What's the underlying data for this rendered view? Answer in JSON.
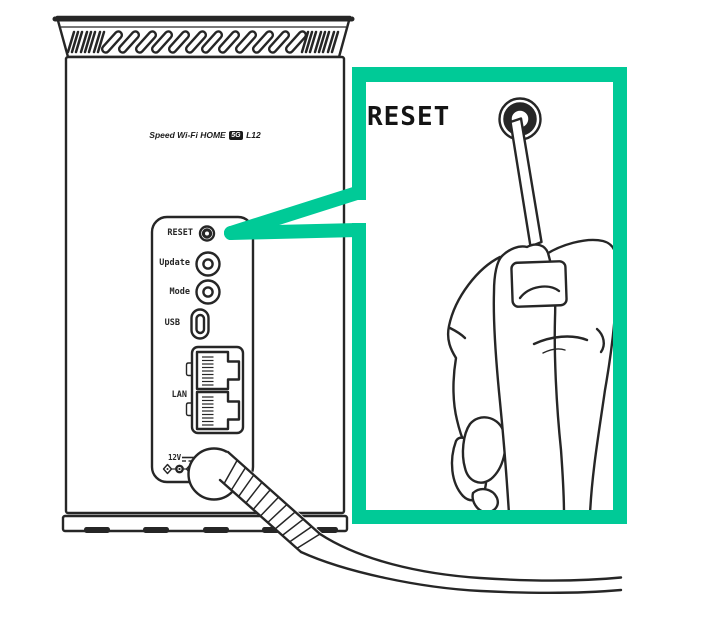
{
  "illustration": {
    "device": {
      "model_label": {
        "prefix": "Speed Wi-Fi HOME",
        "badge": "5G",
        "suffix": "L12"
      },
      "panel": {
        "reset_label": "RESET",
        "update_label": "Update",
        "mode_label": "Mode",
        "usb_label": "USB",
        "lan_label": "LAN",
        "power_label": "12V"
      }
    },
    "callout": {
      "reset_label": "RESET"
    },
    "colors": {
      "accent_green": "#00ca97",
      "line": "#262626"
    }
  }
}
